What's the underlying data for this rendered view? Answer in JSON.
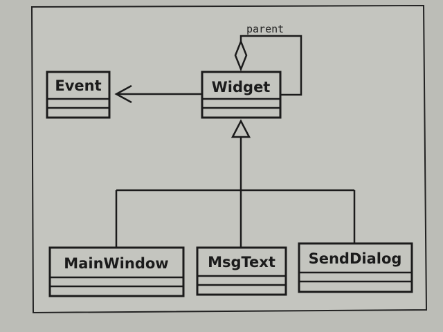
{
  "diagram": {
    "type": "uml-class-diagram",
    "classes": [
      {
        "id": "event",
        "name": "Event"
      },
      {
        "id": "widget",
        "name": "Widget"
      },
      {
        "id": "mainwindow",
        "name": "MainWindow"
      },
      {
        "id": "msgtext",
        "name": "MsgText"
      },
      {
        "id": "senddialog",
        "name": "SendDialog"
      }
    ],
    "relations": [
      {
        "from": "widget",
        "to": "event",
        "kind": "association"
      },
      {
        "from": "widget",
        "to": "widget",
        "kind": "aggregation",
        "label": "parent"
      },
      {
        "from": "mainwindow",
        "to": "widget",
        "kind": "generalization"
      },
      {
        "from": "msgtext",
        "to": "widget",
        "kind": "generalization"
      },
      {
        "from": "senddialog",
        "to": "widget",
        "kind": "generalization"
      }
    ]
  }
}
